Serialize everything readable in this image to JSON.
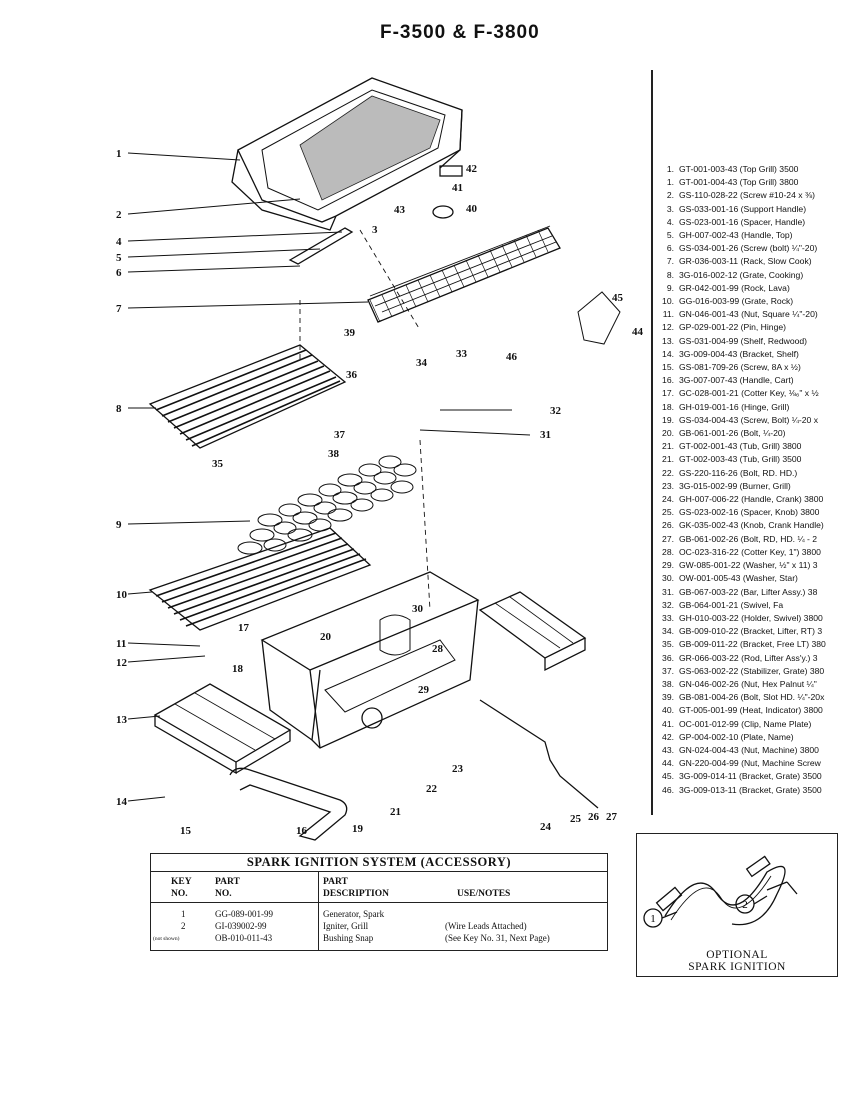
{
  "title": "F-3500 & F-3800",
  "parts_list": [
    {
      "key": "1.",
      "desc": "GT-001-003-43 (Top Grill) 3500"
    },
    {
      "key": "1.",
      "desc": "GT-001-004-43 (Top Grill) 3800"
    },
    {
      "key": "2.",
      "desc": "GS-110-028-22 (Screw #10-24 x ⅜)"
    },
    {
      "key": "3.",
      "desc": "GS-033-001-16 (Support Handle)"
    },
    {
      "key": "4.",
      "desc": "GS-023-001-16 (Spacer, Handle)"
    },
    {
      "key": "5.",
      "desc": "GH-007-002-43 (Handle, Top)"
    },
    {
      "key": "6.",
      "desc": "GS-034-001-26 (Screw (bolt) ¼\"-20)"
    },
    {
      "key": "7.",
      "desc": "GR-036-003-11 (Rack, Slow Cook)"
    },
    {
      "key": "8.",
      "desc": "3G-016-002-12 (Grate, Cooking)"
    },
    {
      "key": "9.",
      "desc": "GR-042-001-99 (Rock, Lava)"
    },
    {
      "key": "10.",
      "desc": "GG-016-003-99 (Grate, Rock)"
    },
    {
      "key": "11.",
      "desc": "GN-046-001-43 (Nut, Square ¼\"-20)"
    },
    {
      "key": "12.",
      "desc": "GP-029-001-22 (Pin, Hinge)"
    },
    {
      "key": "13.",
      "desc": "GS-031-004-99 (Shelf, Redwood)"
    },
    {
      "key": "14.",
      "desc": "3G-009-004-43 (Bracket, Shelf)"
    },
    {
      "key": "15.",
      "desc": "GS-081-709-26 (Screw, 8A x ½)"
    },
    {
      "key": "16.",
      "desc": "3G-007-007-43 (Handle, Cart)"
    },
    {
      "key": "17.",
      "desc": "GC-028-001-21 (Cotter Key, ⅛₆\" x ½"
    },
    {
      "key": "18.",
      "desc": "GH-019-001-16 (Hinge, Grill)"
    },
    {
      "key": "19.",
      "desc": "GS-034-004-43 (Screw, Bolt) ¼-20 x"
    },
    {
      "key": "20.",
      "desc": "GB-061-001-26 (Bolt, ¼-20)"
    },
    {
      "key": "21.",
      "desc": "GT-002-001-43 (Tub, Grill) 3800"
    },
    {
      "key": "21.",
      "desc": "GT-002-003-43 (Tub, Grill) 3500"
    },
    {
      "key": "22.",
      "desc": "GS-220-116-26 (Bolt, RD. HD.)"
    },
    {
      "key": "23.",
      "desc": "3G-015-002-99 (Burner, Grill)"
    },
    {
      "key": "24.",
      "desc": "GH-007-006-22 (Handle, Crank) 3800"
    },
    {
      "key": "25.",
      "desc": "GS-023-002-16 (Spacer, Knob) 3800"
    },
    {
      "key": "26.",
      "desc": "GK-035-002-43 (Knob, Crank Handle)"
    },
    {
      "key": "27.",
      "desc": "GB-061-002-26 (Bolt, RD, HD. ¼ - 2"
    },
    {
      "key": "28.",
      "desc": "OC-023-316-22 (Cotter Key, 1\") 3800"
    },
    {
      "key": "29.",
      "desc": "GW-085-001-22 (Washer, ½\" x 11) 3"
    },
    {
      "key": "30.",
      "desc": "OW-001-005-43 (Washer, Star)"
    },
    {
      "key": "31.",
      "desc": "GB-067-003-22 (Bar, Lifter Assy.) 38"
    },
    {
      "key": "32.",
      "desc": "GB-064-001-21 (Swivel, Fa"
    },
    {
      "key": "33.",
      "desc": "GH-010-003-22 (Holder, Swivel) 3800"
    },
    {
      "key": "34.",
      "desc": "GB-009-010-22 (Bracket, Lifter, RT) 3"
    },
    {
      "key": "35.",
      "desc": "GB-009-011-22 (Bracket, Free LT) 380"
    },
    {
      "key": "36.",
      "desc": "GR-066-003-22 (Rod, Lifter Ass'y.) 3"
    },
    {
      "key": "37.",
      "desc": "GS-063-002-22 (Stabilizer, Grate) 380"
    },
    {
      "key": "38.",
      "desc": "GN-046-002-26 (Nut, Hex Palnut ¼\""
    },
    {
      "key": "39.",
      "desc": "GB-081-004-26 (Bolt, Slot HD. ¼\"-20x"
    },
    {
      "key": "40.",
      "desc": "GT-005-001-99 (Heat, Indicator) 3800"
    },
    {
      "key": "41.",
      "desc": "OC-001-012-99 (Clip, Name Plate)"
    },
    {
      "key": "42.",
      "desc": "GP-004-002-10 (Plate, Name)"
    },
    {
      "key": "43.",
      "desc": "GN-024-004-43 (Nut, Machine) 3800"
    },
    {
      "key": "44.",
      "desc": "GN-220-004-99 (Nut, Machine Screw"
    },
    {
      "key": "45.",
      "desc": "3G-009-014-11 (Bracket, Grate) 3500"
    },
    {
      "key": "46.",
      "desc": "3G-009-013-11 (Bracket, Grate) 3500"
    }
  ],
  "callouts": [
    "1",
    "2",
    "3",
    "4",
    "5",
    "6",
    "7",
    "8",
    "9",
    "10",
    "11",
    "12",
    "13",
    "14",
    "15",
    "16",
    "17",
    "18",
    "19",
    "20",
    "21",
    "22",
    "23",
    "24",
    "25",
    "26",
    "27",
    "28",
    "29",
    "30",
    "31",
    "32",
    "33",
    "34",
    "35",
    "36",
    "37",
    "38",
    "39",
    "40",
    "41",
    "42",
    "43",
    "44",
    "45",
    "46"
  ],
  "spark_table": {
    "title": "SPARK IGNITION SYSTEM (ACCESSORY)",
    "headers": {
      "key": [
        "KEY",
        "NO."
      ],
      "part": [
        "PART",
        "NO."
      ],
      "desc": [
        "PART",
        "DESCRIPTION"
      ],
      "use": "USE/NOTES"
    },
    "rows": [
      {
        "key": "1",
        "part": "GG-089-001-99",
        "desc": "Generator, Spark"
      },
      {
        "key": "2",
        "part": "GI-039002-99",
        "desc": "Igniter, Grill"
      },
      {
        "key": "(not shown)",
        "part": "OB-010-011-43",
        "desc": "Bushing Snap"
      }
    ],
    "notes": [
      "(Wire Leads Attached)",
      "(See Key No. 31, Next Page)"
    ]
  },
  "optional_box": {
    "label_line1": "OPTIONAL",
    "label_line2": "SPARK IGNITION",
    "markers": [
      "1",
      "2"
    ]
  }
}
